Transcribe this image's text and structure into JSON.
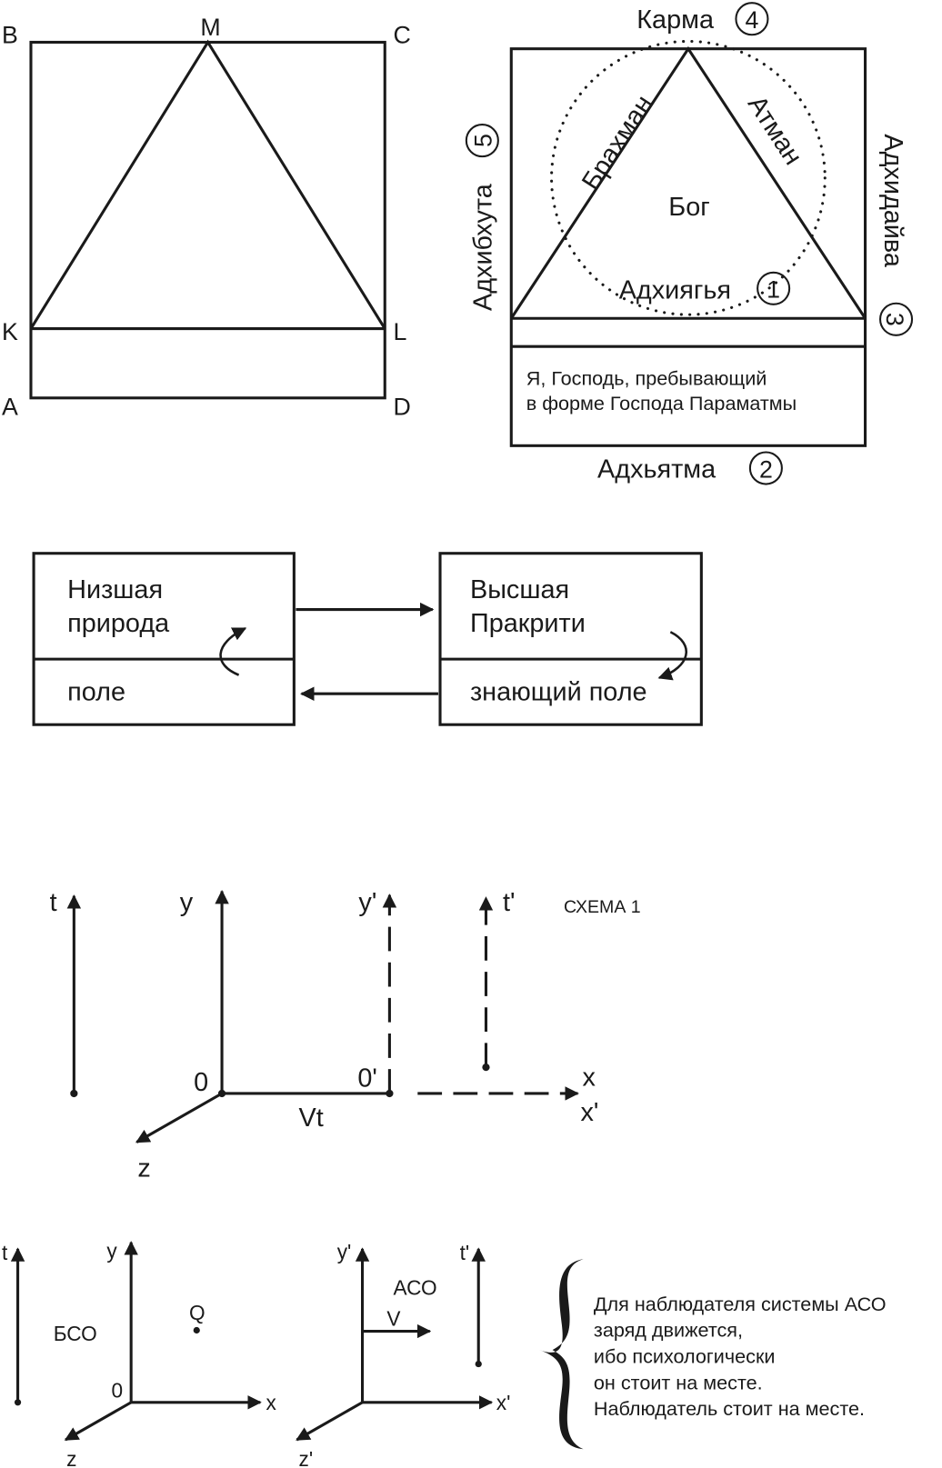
{
  "figure1": {
    "vertex_labels": {
      "B": "B",
      "M": "M",
      "C": "C",
      "K": "K",
      "L": "L",
      "A": "A",
      "D": "D"
    }
  },
  "figure2": {
    "karma": "Карма",
    "karma_num": "4",
    "adhibhuta": "Адхибхута",
    "adhibhuta_num": "5",
    "adhidaiva": "Адхидайва",
    "adhidaiva_num": "3",
    "brahman": "Брахман",
    "atman": "Атман",
    "god": "Бог",
    "adhiyajna": "Адхиягья",
    "adhiyajna_num": "1",
    "paramatma_line1": "Я, Господь, пребывающий",
    "paramatma_line2": "в форме Господа Параматмы",
    "adhyatma": "Адхьятма",
    "adhyatma_num": "2"
  },
  "figure3": {
    "lower_nature_line1": "Низшая",
    "lower_nature_line2": "природа",
    "field": "поле",
    "higher_prakriti_line1": "Высшая",
    "higher_prakriti_line2": "Пракрити",
    "knower_of_field": "знающий поле"
  },
  "figure4": {
    "t": "t",
    "y": "y",
    "y_prime": "y'",
    "t_prime": "t'",
    "scheme": "СХЕМА 1",
    "origin": "0",
    "origin_prime": "0'",
    "x": "x",
    "x_prime": "x'",
    "vt": "Vt",
    "z": "z"
  },
  "figure5": {
    "t": "t",
    "y": "y",
    "bso": "БСО",
    "q": "Q",
    "origin": "0",
    "x": "x",
    "z": "z",
    "y_prime": "y'",
    "aso": "АСО",
    "v": "V",
    "t_prime": "t'",
    "x_prime": "x'",
    "z_prime": "z'",
    "note_lines": [
      "Для наблюдателя системы АСО",
      "заряд движется,",
      "ибо психологически",
      "он стоит на месте.",
      "Наблюдатель стоит на месте."
    ]
  }
}
